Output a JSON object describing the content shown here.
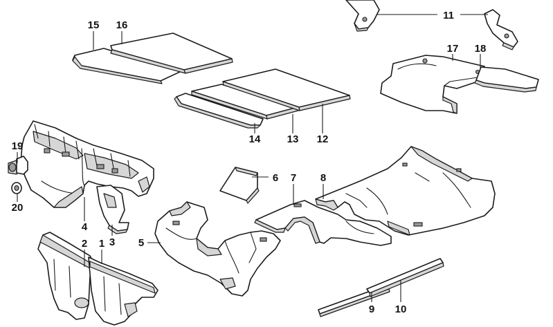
{
  "diagram": {
    "callouts": {
      "n1": "1",
      "n2": "2",
      "n3": "3",
      "n4": "4",
      "n5": "5",
      "n6": "6",
      "n7": "7",
      "n8": "8",
      "n9": "9",
      "n10": "10",
      "n11": "11",
      "n12": "12",
      "n13": "13",
      "n14": "14",
      "n15": "15",
      "n16": "16",
      "n17": "17",
      "n18": "18",
      "n19": "19",
      "n20": "20"
    },
    "colors": {
      "line": "#1a1a1a",
      "fill": "#ffffff",
      "shading": "#d6d6d6"
    }
  }
}
